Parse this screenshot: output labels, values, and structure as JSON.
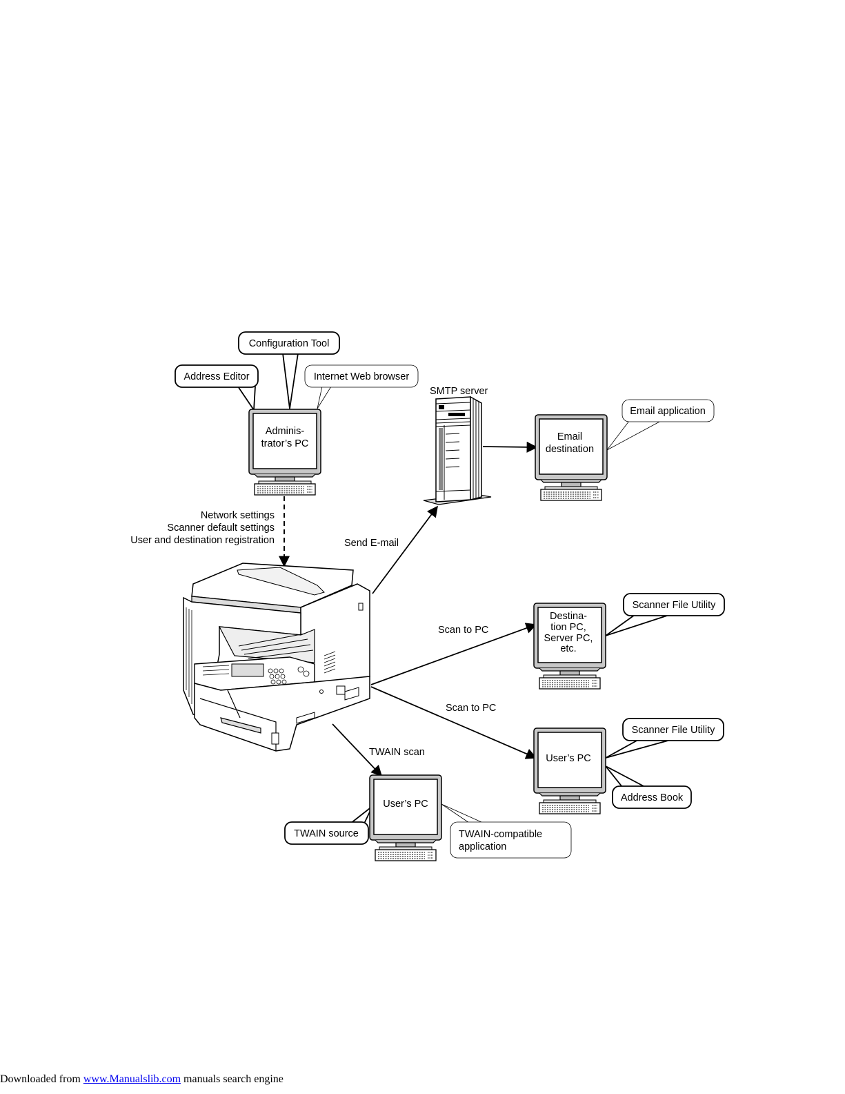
{
  "callouts": {
    "configuration_tool": "Configuration Tool",
    "address_editor": "Address Editor",
    "internet_web_browser": "Internet Web browser",
    "email_application": "Email application",
    "scanner_file_utility_1": "Scanner File Utility",
    "scanner_file_utility_2": "Scanner File Utility",
    "address_book": "Address Book",
    "twain_source": "TWAIN source",
    "twain_compatible_app": [
      "TWAIN-compatible",
      "application"
    ]
  },
  "monitors": {
    "admin_pc": [
      "Adminis-",
      "trator’s PC"
    ],
    "email_destination": [
      "Email",
      "destination"
    ],
    "destination_pc": [
      "Destina-",
      "tion PC,",
      "Server PC,",
      "etc."
    ],
    "users_pc_right": [
      "User’s PC"
    ],
    "users_pc_bottom": [
      "User’s PC"
    ]
  },
  "labels": {
    "smtp_server": "SMTP server",
    "settings": [
      "Network settings",
      "Scanner default settings",
      "User and destination registration"
    ],
    "send_email": "Send E-mail",
    "scan_to_pc_1": "Scan to PC",
    "scan_to_pc_2": "Scan to PC",
    "twain_scan": "TWAIN scan"
  },
  "footer": {
    "prefix": "Downloaded from ",
    "link": "www.Manualslib.com",
    "suffix": "  manuals search engine"
  }
}
